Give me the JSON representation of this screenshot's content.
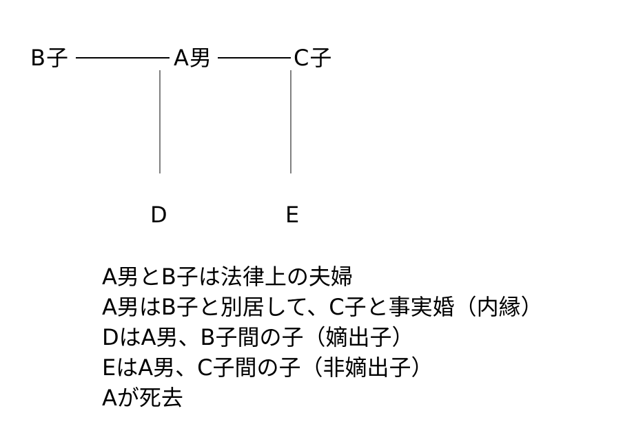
{
  "diagram": {
    "nodes": {
      "b": "B子",
      "a": "A男",
      "c": "C子",
      "d": "D",
      "e": "E"
    },
    "line_color": "#000000"
  },
  "notes": [
    "A男とB子は法律上の夫婦",
    "A男はB子と別居して、C子と事実婚（内縁）",
    "DはA男、B子間の子（嫡出子）",
    "EはA男、C子間の子（非嫡出子）",
    "Aが死去"
  ]
}
